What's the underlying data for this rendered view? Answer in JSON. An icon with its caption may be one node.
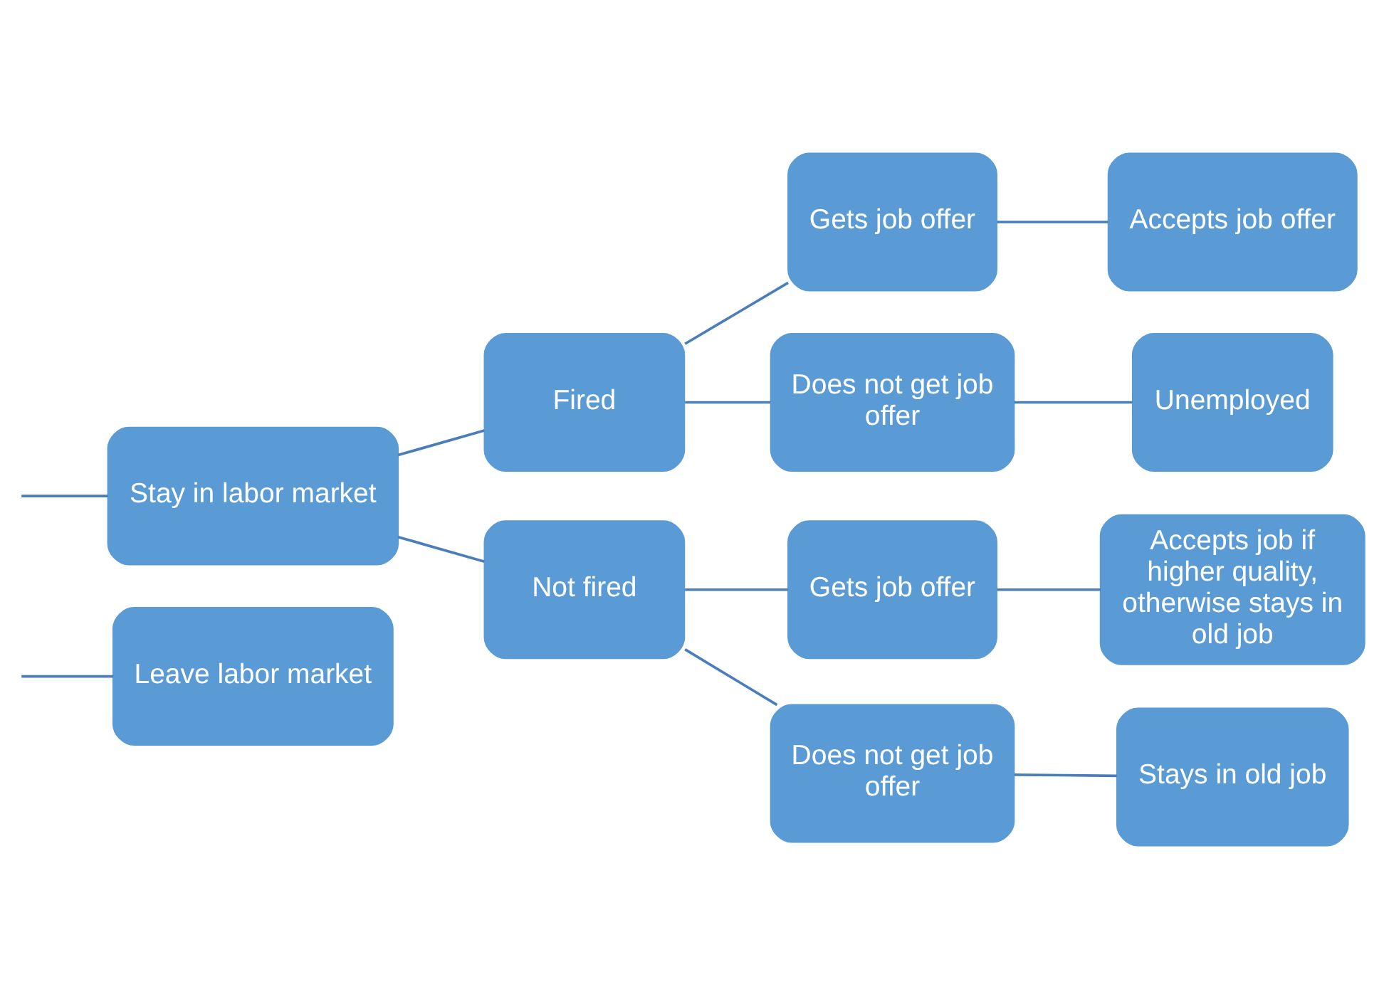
{
  "diagram": {
    "nodes": [
      {
        "text": [
          "Leave labor market"
        ]
      },
      {
        "text": [
          "Stay in labor market"
        ]
      },
      {
        "text": [
          "Fired"
        ]
      },
      {
        "text": [
          "Not fired"
        ]
      },
      {
        "text": [
          "Gets job offer"
        ]
      },
      {
        "text": [
          "Accepts job offer"
        ]
      },
      {
        "text": [
          "Does not get job offer"
        ]
      },
      {
        "text": [
          "Unemployed"
        ]
      },
      {
        "text": [
          "Gets job offer"
        ]
      },
      {
        "text": [
          "Accepts job if higher quality, otherwise stays in old job"
        ]
      },
      {
        "text": [
          "Does not get job offer"
        ]
      },
      {
        "text": [
          "Stays in old job"
        ]
      }
    ],
    "edges": [
      {
        "from": null,
        "to": 0,
        "arrow": "none"
      },
      {
        "from": null,
        "to": 1,
        "arrow": "none"
      },
      {
        "from": 1,
        "to": 2,
        "arrow": "none"
      },
      {
        "from": 1,
        "to": 3,
        "arrow": "none"
      },
      {
        "from": 2,
        "to": 4,
        "arrow": "none"
      },
      {
        "from": 2,
        "to": 6,
        "arrow": "none"
      },
      {
        "from": 4,
        "to": 5,
        "arrow": "none"
      },
      {
        "from": 6,
        "to": 7,
        "arrow": "none"
      },
      {
        "from": 3,
        "to": 8,
        "arrow": "none"
      },
      {
        "from": 3,
        "to": 10,
        "arrow": "none"
      },
      {
        "from": 8,
        "to": 9,
        "arrow": "none"
      },
      {
        "from": 10,
        "to": 11,
        "arrow": "none"
      }
    ]
  }
}
